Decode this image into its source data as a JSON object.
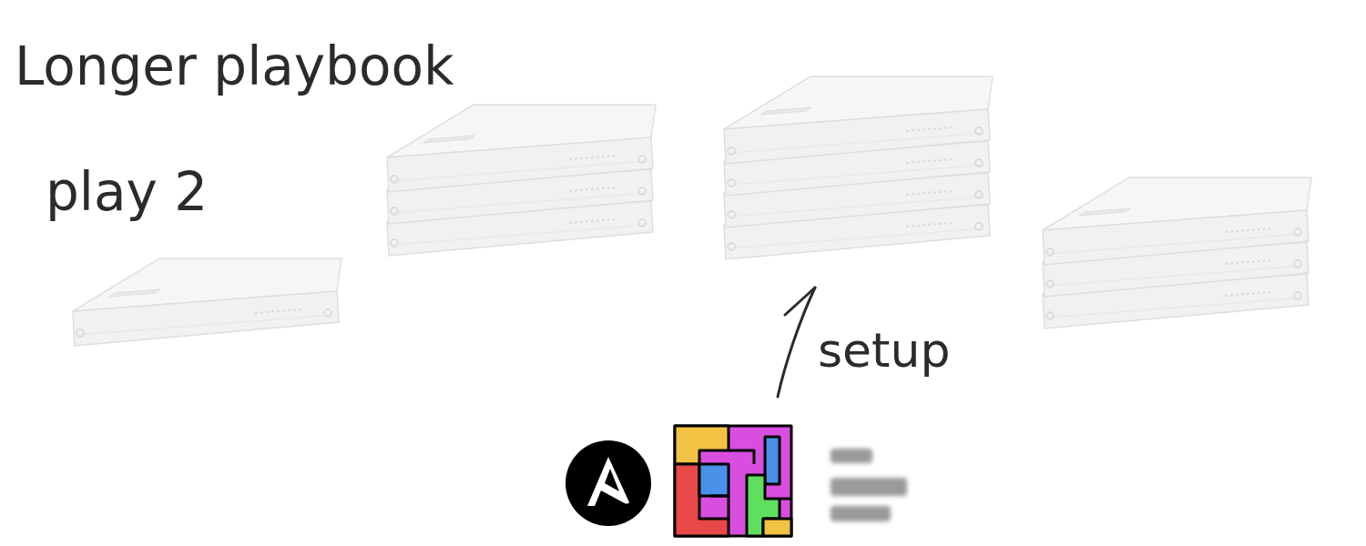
{
  "diagram": {
    "title": "Longer playbook",
    "labels": [
      "play 2",
      "setup"
    ]
  }
}
